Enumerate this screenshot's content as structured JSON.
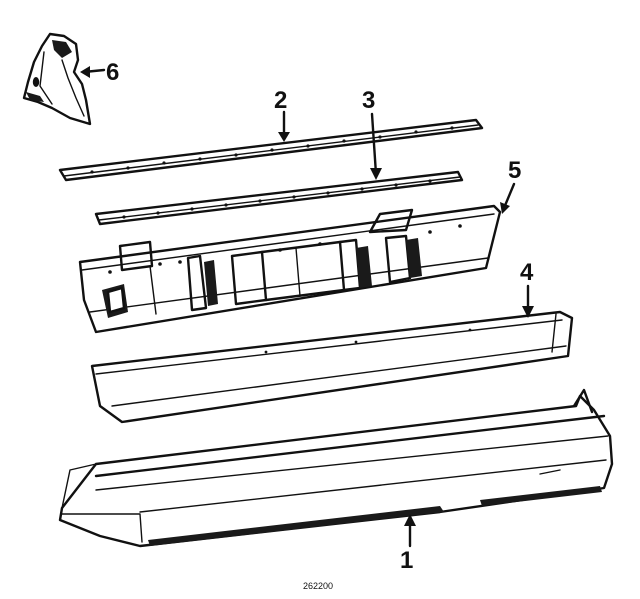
{
  "diagram": {
    "figure_code": "262200",
    "callouts": [
      {
        "id": "1",
        "label": "1"
      },
      {
        "id": "2",
        "label": "2"
      },
      {
        "id": "3",
        "label": "3"
      },
      {
        "id": "4",
        "label": "4"
      },
      {
        "id": "5",
        "label": "5"
      },
      {
        "id": "6",
        "label": "6"
      }
    ],
    "colors": {
      "ink": "#111111",
      "background": "#ffffff"
    }
  }
}
